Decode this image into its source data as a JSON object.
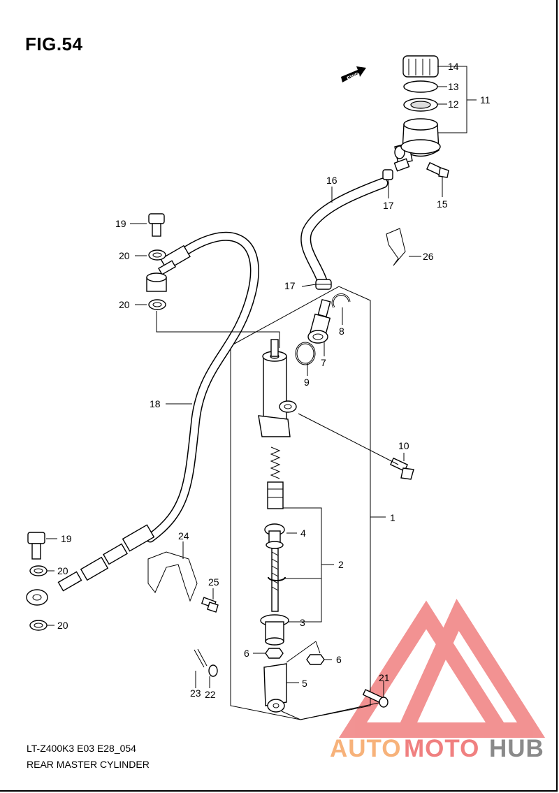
{
  "figure": {
    "title": "FIG.54",
    "drawing_code": "LT-Z400K3 E03 E28_054",
    "drawing_name": "REAR MASTER CYLINDER",
    "fwd_label": "FWD"
  },
  "callouts": {
    "c1": "1",
    "c2": "2",
    "c3": "3",
    "c4": "4",
    "c5": "5",
    "c6a": "6",
    "c6b": "6",
    "c7": "7",
    "c8": "8",
    "c9": "9",
    "c10": "10",
    "c11": "11",
    "c12": "12",
    "c13": "13",
    "c14": "14",
    "c15": "15",
    "c16": "16",
    "c17a": "17",
    "c17b": "17",
    "c18": "18",
    "c19a": "19",
    "c19b": "19",
    "c20a": "20",
    "c20b": "20",
    "c20c": "20",
    "c20d": "20",
    "c21": "21",
    "c22": "22",
    "c23": "23",
    "c24": "24",
    "c25": "25",
    "c26": "26"
  },
  "watermark": {
    "part1": "AUTO",
    "part2": "MOTO",
    "part3": "HUB",
    "color_red": "#f08080",
    "color_orange": "#f7b27a",
    "color_gray": "#8a8a8a"
  }
}
